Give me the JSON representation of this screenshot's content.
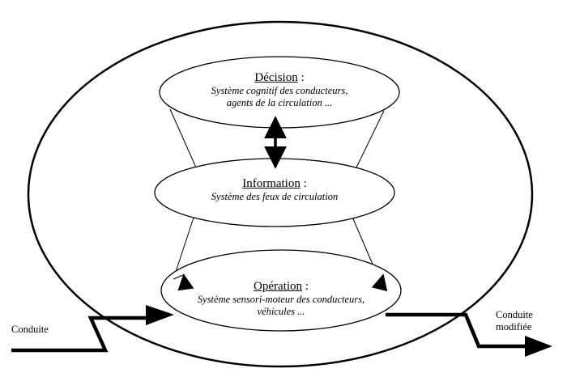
{
  "levels": {
    "decision": {
      "title": "Décision",
      "separator": " :",
      "lines": [
        "Système cognitif des conducteurs,",
        "agents de la circulation ..."
      ]
    },
    "information": {
      "title": "Information",
      "separator": " :",
      "lines": [
        "Système des feux de circulation"
      ]
    },
    "operation": {
      "title": "Opération",
      "separator": " :",
      "lines": [
        "Système sensori-moteur des conducteurs,",
        "véhicules ..."
      ]
    }
  },
  "flow": {
    "input_label": "Conduite",
    "output_label_lines": [
      "Conduite",
      "modifiée"
    ]
  },
  "colors": {
    "stroke": "#000000",
    "background": "#ffffff"
  }
}
